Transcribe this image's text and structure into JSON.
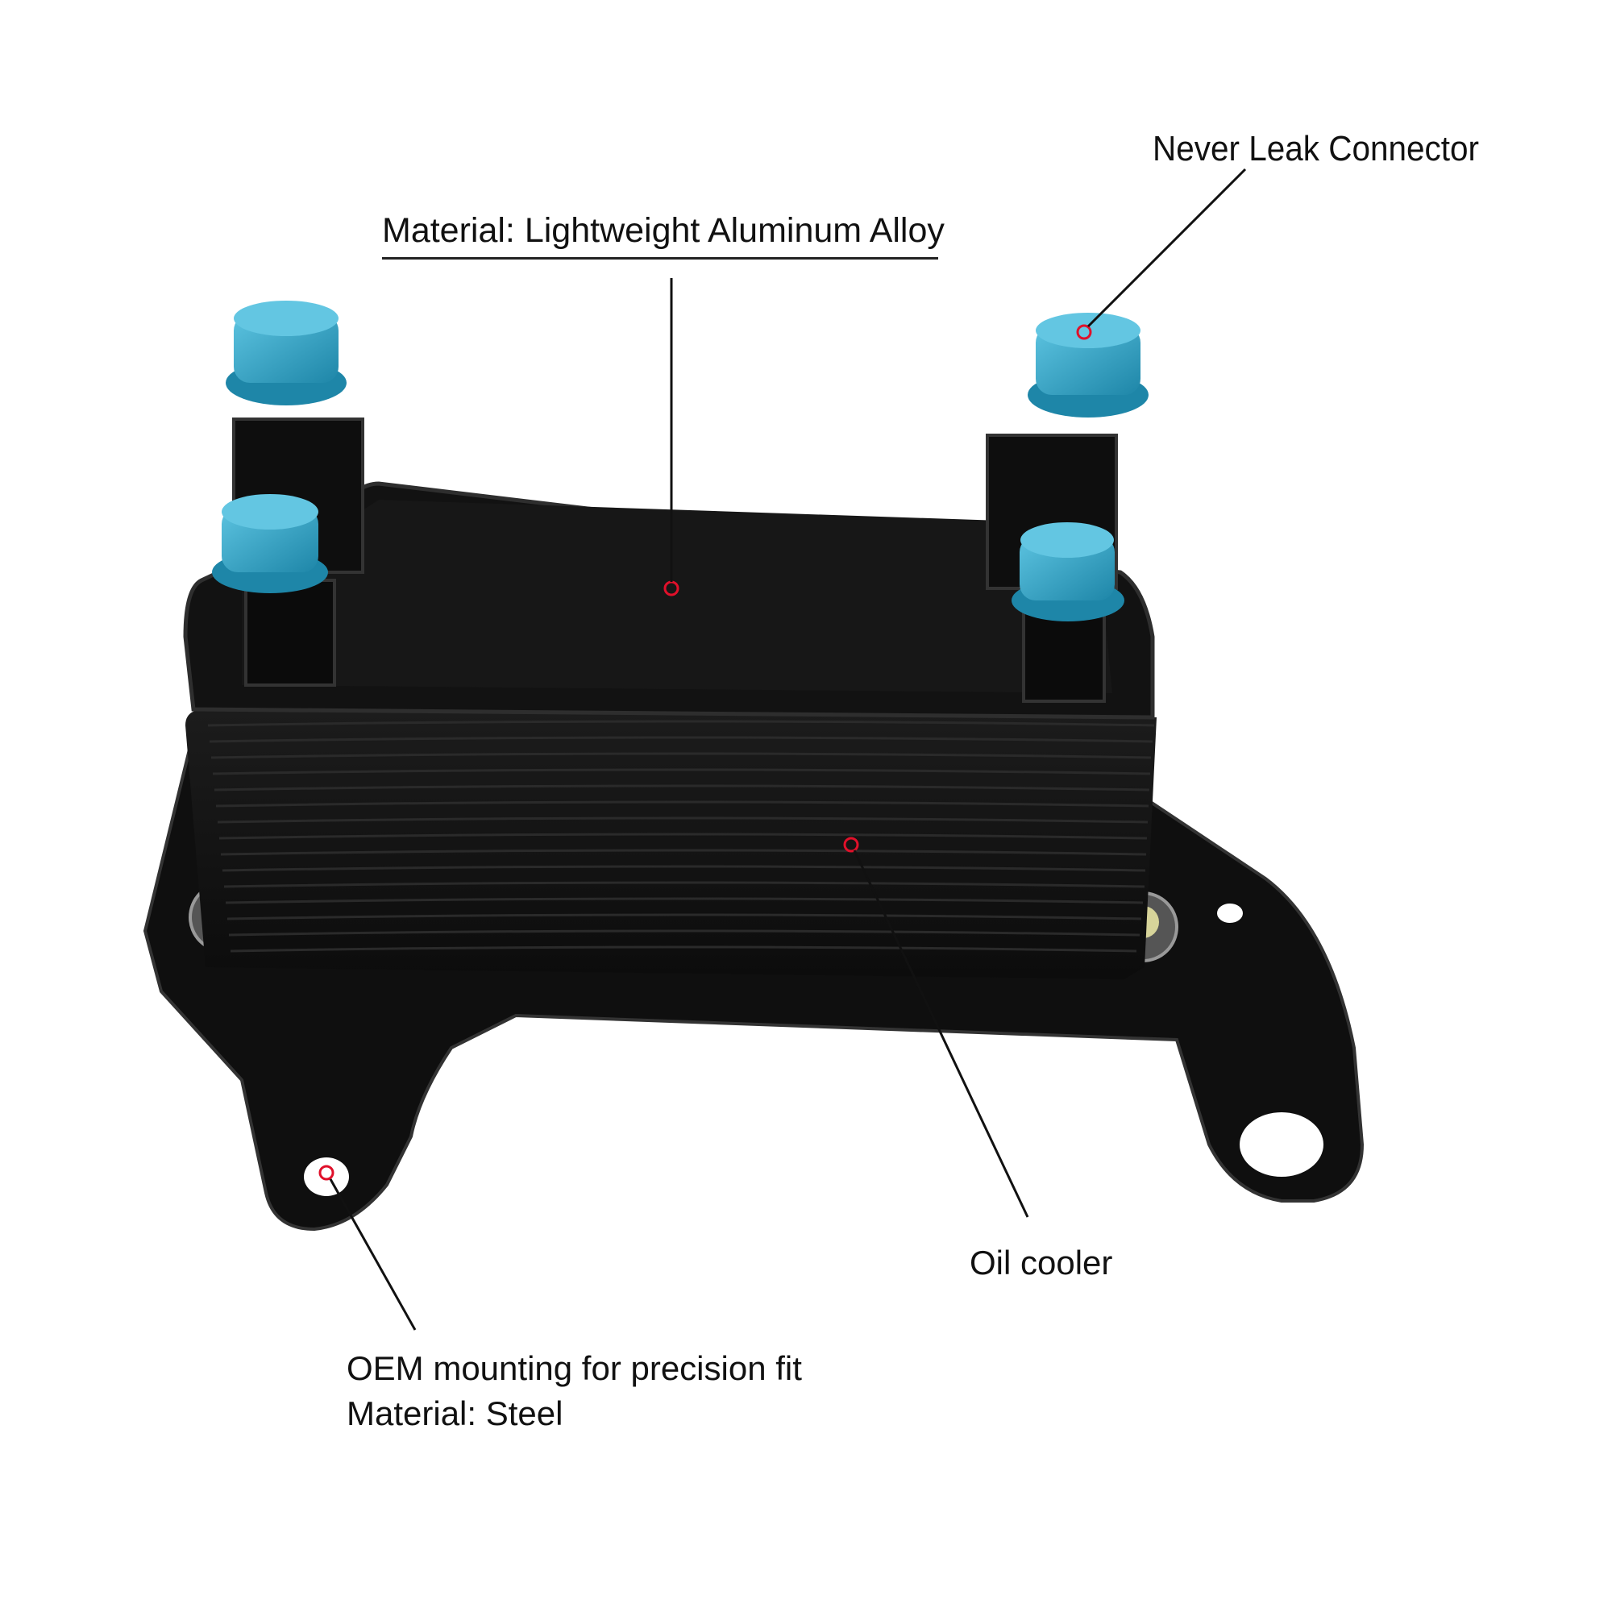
{
  "image": {
    "description_colors": {
      "background": "#ffffff",
      "body": "#141414",
      "caps": "#2fa3c4",
      "callout_marker": "#e0102a",
      "leader_line": "#111111"
    }
  },
  "callouts": {
    "material": "Material: Lightweight Aluminum Alloy",
    "connector": "Never Leak Connector",
    "oil_cooler": "Oil cooler",
    "oem_line1": "OEM mounting for precision fit",
    "oem_line2": "Material: Steel"
  }
}
